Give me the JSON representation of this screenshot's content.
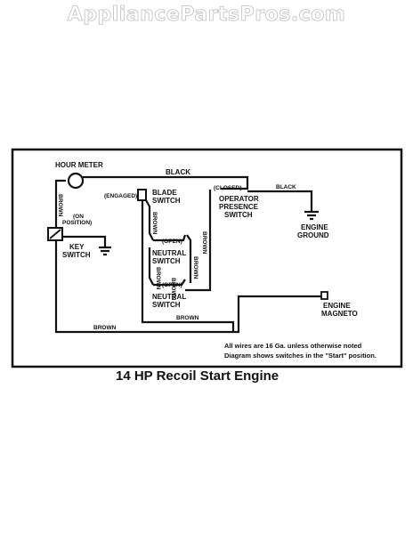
{
  "watermark": "AppliancePartsPros.com",
  "title": "14 HP Recoil Start Engine",
  "components": {
    "hour_meter": "HOUR METER",
    "blade_switch": [
      "BLADE",
      "SWITCH"
    ],
    "engaged": "(ENGAGED)",
    "closed": "(CLOSED)",
    "operator_switch": [
      "OPERATOR",
      "PRESENCE",
      "SWITCH"
    ],
    "on_position": [
      "(ON",
      "POSITION)"
    ],
    "key_switch": [
      "KEY",
      "SWITCH"
    ],
    "open_1": "(OPEN)",
    "neutral_switch_1": [
      "NEUTRAL",
      "SWITCH"
    ],
    "open_2": "(OPEN)",
    "neutral_switch_2": [
      "NEUTRAL",
      "SWITCH"
    ],
    "engine_ground": [
      "ENGINE",
      "GROUND"
    ],
    "engine_magneto": [
      "ENGINE",
      "MAGNETO"
    ]
  },
  "wire_labels": {
    "black_top": "BLACK",
    "black_right": "BLACK",
    "brown_left_vertical": "BROWN",
    "brown_blade_vertical": "BROWN",
    "brown_right_vertical": "BROWN",
    "brown_neutral_mid": "BROWN",
    "brown_neutral_right": "BROWN",
    "brown_neutral_low": "BROWN",
    "brown_bottom": "BROWN",
    "brown_bottom_left": "BROWN"
  },
  "notes": [
    "All wires are 16 Ga. unless otherwise noted",
    "Diagram shows switches in the \"Start\" position."
  ]
}
